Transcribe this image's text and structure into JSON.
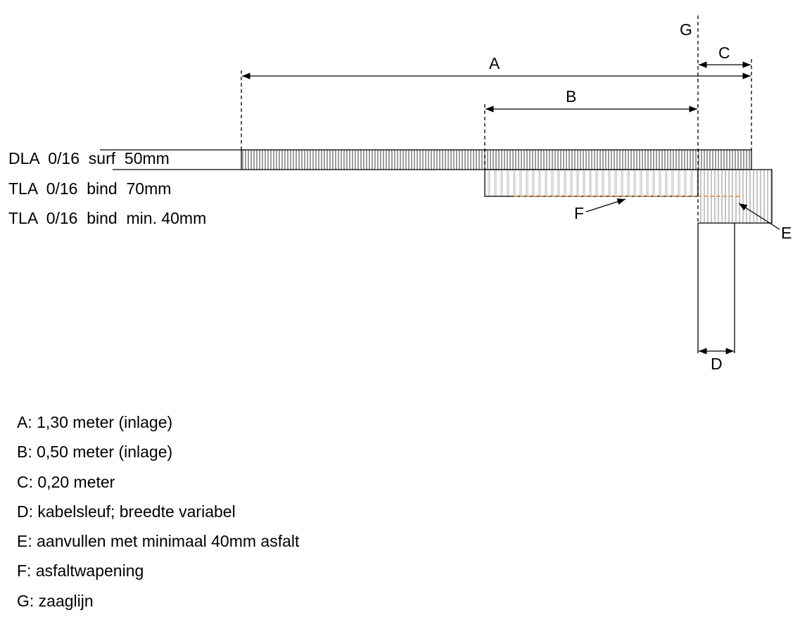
{
  "layers": [
    "DLA  0/16  surf  50mm",
    "TLA  0/16  bind  70mm",
    "TLA  0/16  bind  min. 40mm"
  ],
  "markers": {
    "A": "A",
    "B": "B",
    "C": "C",
    "D": "D",
    "E": "E",
    "F": "F",
    "G": "G"
  },
  "legend": [
    "A: 1,30 meter (inlage)",
    "B: 0,50 meter (inlage)",
    "C: 0,20 meter",
    "D: kabelsleuf; breedte variabel",
    "E: aanvullen met minimaal 40mm asfalt",
    "F: asfaltwapening",
    "G: zaaglijn"
  ],
  "colors": {
    "line": "#000000",
    "hatch": "#b3b3b3",
    "hatch_light": "#d3d3d3",
    "reinforcement": "#e08a3c"
  }
}
